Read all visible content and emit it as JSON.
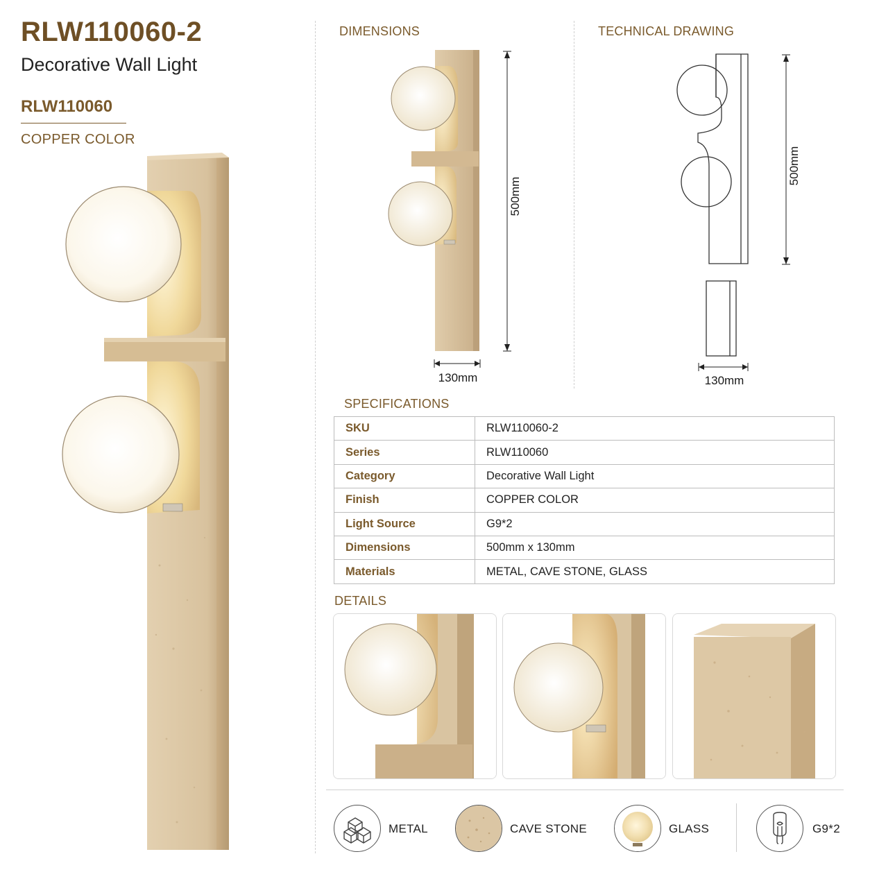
{
  "header": {
    "title": "RLW110060-2",
    "subtitle": "Decorative Wall Light",
    "series": "RLW110060",
    "finish": "COPPER COLOR"
  },
  "sections": {
    "dimensions": "DIMENSIONS",
    "technical_drawing": "TECHNICAL DRAWING",
    "specifications": "SPECIFICATIONS",
    "details": "DETAILS"
  },
  "dimensions": {
    "height": "500mm",
    "width": "130mm"
  },
  "technical": {
    "height": "500mm",
    "width": "130mm"
  },
  "specs": [
    {
      "key": "SKU",
      "value": "RLW110060-2"
    },
    {
      "key": "Series",
      "value": "RLW110060"
    },
    {
      "key": "Category",
      "value": "Decorative Wall Light"
    },
    {
      "key": "Finish",
      "value": "COPPER COLOR"
    },
    {
      "key": "Light Source",
      "value": "G9*2"
    },
    {
      "key": "Dimensions",
      "value": "500mm x 130mm"
    },
    {
      "key": "Materials",
      "value": "METAL, CAVE STONE, GLASS"
    }
  ],
  "materials": [
    {
      "label": "METAL",
      "icon": "metal-cubes-icon"
    },
    {
      "label": "CAVE STONE",
      "icon": "cave-stone-texture-icon"
    },
    {
      "label": "GLASS",
      "icon": "glass-globe-icon"
    },
    {
      "label": "G9*2",
      "icon": "g9-bulb-icon"
    }
  ],
  "colors": {
    "brand": "#7a5a2c",
    "stone": "#dcc7a6",
    "stone_shadow": "#c7ad86",
    "glass": "#fbf6ea"
  }
}
